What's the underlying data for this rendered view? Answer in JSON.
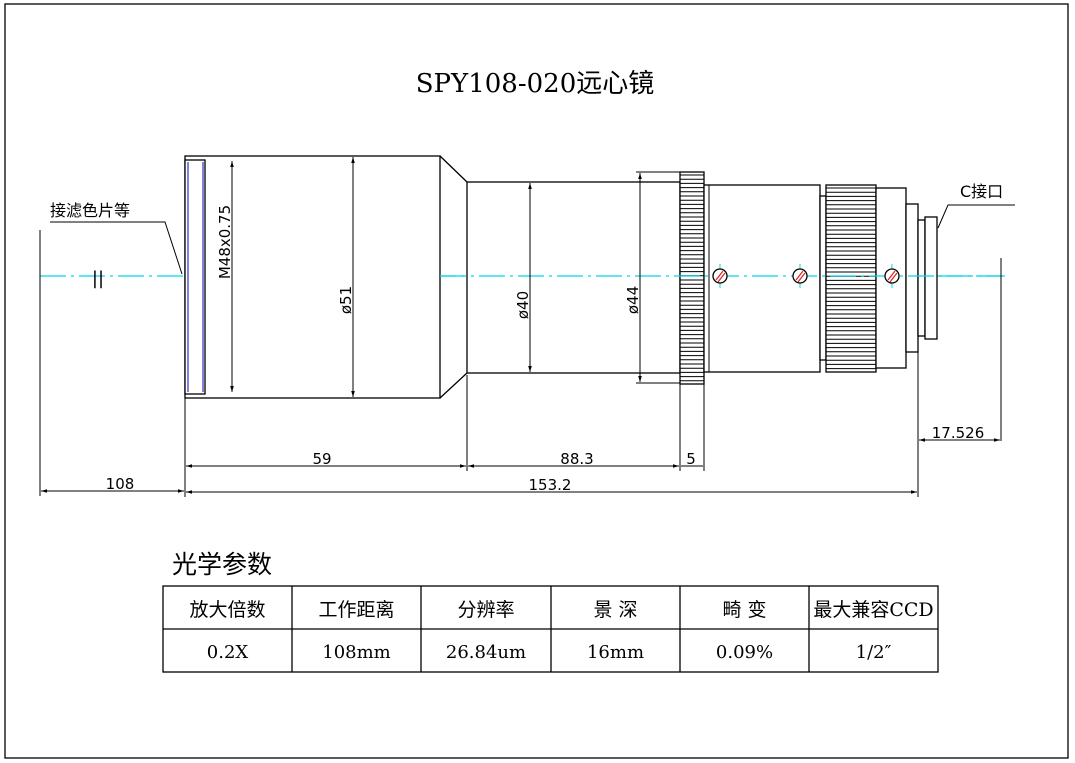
{
  "title": "SPY108-020远心镜",
  "labels": {
    "filter_note": "接滤色片等",
    "c_mount": "C接口",
    "parallel_mark": "||"
  },
  "dimensions": {
    "thread": "M48x0.75",
    "dia_front": "ø51",
    "dia_tube": "ø40",
    "dia_ring": "ø44",
    "working_distance": "108",
    "front_length": "59",
    "tube_length": "88.3",
    "ring_width": "5",
    "total_length": "153.2",
    "flange_distance": "17.526"
  },
  "params": {
    "heading": "光学参数",
    "headers": [
      "放大倍数",
      "工作距离",
      "分辨率",
      "景 深",
      "畸 变",
      "最大兼容CCD"
    ],
    "values": [
      "0.2X",
      "108mm",
      "26.84um",
      "16mm",
      "0.09%",
      "1/2″"
    ]
  },
  "colors": {
    "axis": "#00d8e8",
    "filter_line": "#3030c0",
    "screw": "#e02020"
  }
}
